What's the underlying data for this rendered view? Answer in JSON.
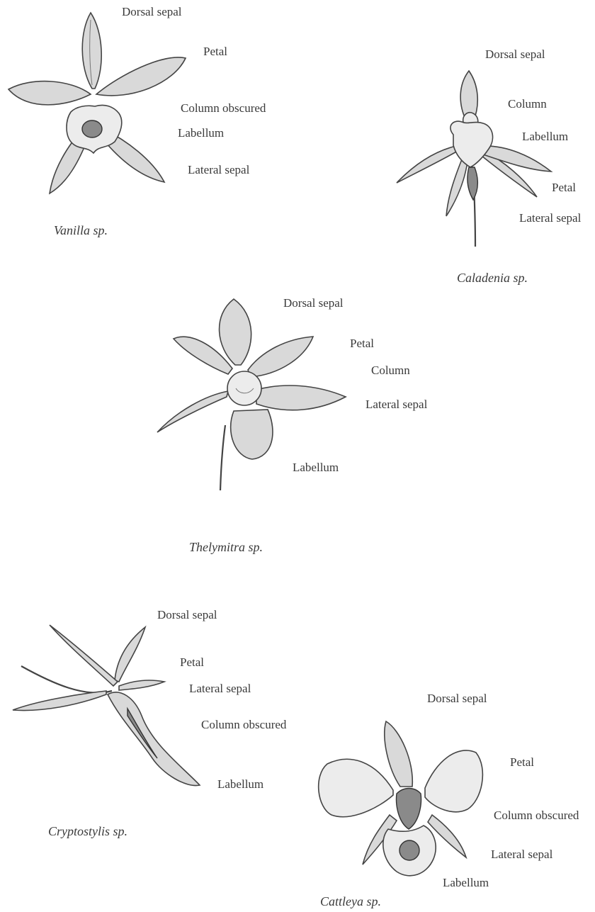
{
  "flowers": [
    {
      "id": "vanilla",
      "caption": "Vanilla sp.",
      "labels": [
        "Dorsal sepal",
        "Petal",
        "Column obscured",
        "Labellum",
        "Lateral sepal"
      ]
    },
    {
      "id": "caladenia",
      "caption": "Caladenia sp.",
      "labels": [
        "Dorsal sepal",
        "Column",
        "Labellum",
        "Petal",
        "Lateral sepal"
      ]
    },
    {
      "id": "thelymitra",
      "caption": "Thelymitra sp.",
      "labels": [
        "Dorsal sepal",
        "Petal",
        "Column",
        "Lateral sepal",
        "Labellum"
      ]
    },
    {
      "id": "cryptostylis",
      "caption": "Cryptostylis  sp.",
      "labels": [
        "Dorsal sepal",
        "Petal",
        "Lateral sepal",
        "Column obscured",
        "Labellum"
      ]
    },
    {
      "id": "cattleya",
      "caption": "Cattleya sp.",
      "labels": [
        "Dorsal sepal",
        "Petal",
        "Column obscured",
        "Lateral sepal",
        "Labellum"
      ]
    }
  ]
}
